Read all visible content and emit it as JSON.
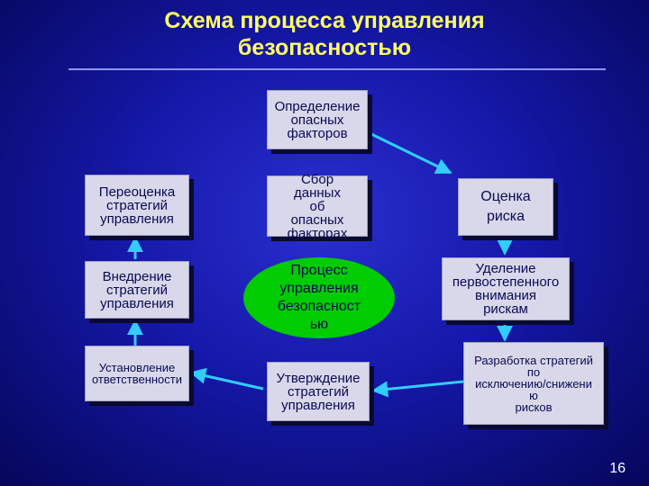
{
  "title": {
    "line1": "Схема процесса управления",
    "line2": "безопасностью"
  },
  "steps": {
    "identify": "Определение\nопасных\nфакторов",
    "collect": "Сбор\nданных\nоб\nопасных\nфакторах",
    "assess": "Оценка\nриска",
    "prioritize": "Уделение\nпервостепенного\nвнимания\nрискам",
    "strategy": "Разработка стратегий\nпо\nисключению/снижени\nю\nрисков",
    "approve": "Утверждение\nстратегий\nуправления",
    "responsibility": "Установление\nответственности",
    "implement": "Внедрение\nстратегий\nуправления",
    "reassess": "Переоценка\nстратегий\nуправления"
  },
  "center": "Процесс\nуправления\nбезопасност\nью",
  "page_number": "16",
  "colors": {
    "title": "#ffff66",
    "arrow": "#33ccff",
    "ellipse": "#00cc00",
    "box": "#d8d8ea"
  }
}
